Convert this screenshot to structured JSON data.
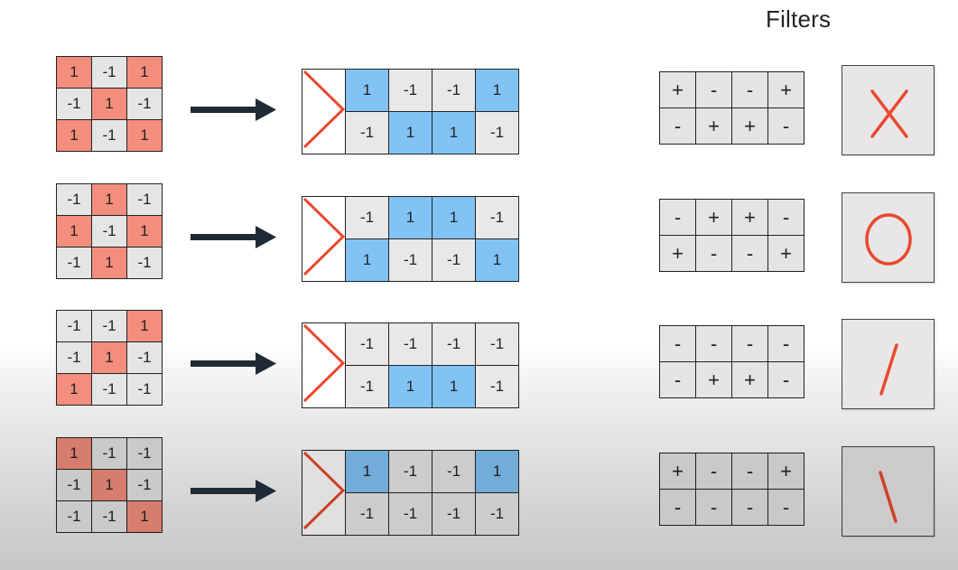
{
  "title": "Filters",
  "rows": [
    {
      "input": [
        [
          "1",
          "-1",
          "1"
        ],
        [
          "-1",
          "1",
          "-1"
        ],
        [
          "1",
          "-1",
          "1"
        ]
      ],
      "vector": {
        "top": [
          "1",
          "-1",
          "-1",
          "1"
        ],
        "bottom": [
          "-1",
          "1",
          "1",
          "-1"
        ]
      },
      "filter": {
        "top": [
          "+",
          "-",
          "-",
          "+"
        ],
        "bottom": [
          "-",
          "+",
          "+",
          "-"
        ]
      },
      "symbol": "X"
    },
    {
      "input": [
        [
          "-1",
          "1",
          "-1"
        ],
        [
          "1",
          "-1",
          "1"
        ],
        [
          "-1",
          "1",
          "-1"
        ]
      ],
      "vector": {
        "top": [
          "-1",
          "1",
          "1",
          "-1"
        ],
        "bottom": [
          "1",
          "-1",
          "-1",
          "1"
        ]
      },
      "filter": {
        "top": [
          "-",
          "+",
          "+",
          "-"
        ],
        "bottom": [
          "+",
          "-",
          "-",
          "+"
        ]
      },
      "symbol": "O"
    },
    {
      "input": [
        [
          "-1",
          "-1",
          "1"
        ],
        [
          "-1",
          "1",
          "-1"
        ],
        [
          "1",
          "-1",
          "-1"
        ]
      ],
      "vector": {
        "top": [
          "-1",
          "-1",
          "-1",
          "-1"
        ],
        "bottom": [
          "-1",
          "1",
          "1",
          "-1"
        ]
      },
      "filter": {
        "top": [
          "-",
          "-",
          "-",
          "-"
        ],
        "bottom": [
          "-",
          "+",
          "+",
          "-"
        ]
      },
      "symbol": "/"
    },
    {
      "input": [
        [
          "1",
          "-1",
          "-1"
        ],
        [
          "-1",
          "1",
          "-1"
        ],
        [
          "-1",
          "-1",
          "1"
        ]
      ],
      "vector": {
        "top": [
          "1",
          "-1",
          "-1",
          "1"
        ],
        "bottom": [
          "-1",
          "-1",
          "-1",
          "-1"
        ]
      },
      "filter": {
        "top": [
          "+",
          "-",
          "-",
          "+"
        ],
        "bottom": [
          "-",
          "-",
          "-",
          "-"
        ]
      },
      "symbol": "\\"
    }
  ],
  "colors": {
    "positive_cell": "#f38e7c",
    "negative_cell": "#e5e5e5",
    "highlight_cell": "#82c3f6",
    "filter_sign": "#2eb73f",
    "symbol_stroke": "#e8492f",
    "arrow": "#1f2a35"
  }
}
